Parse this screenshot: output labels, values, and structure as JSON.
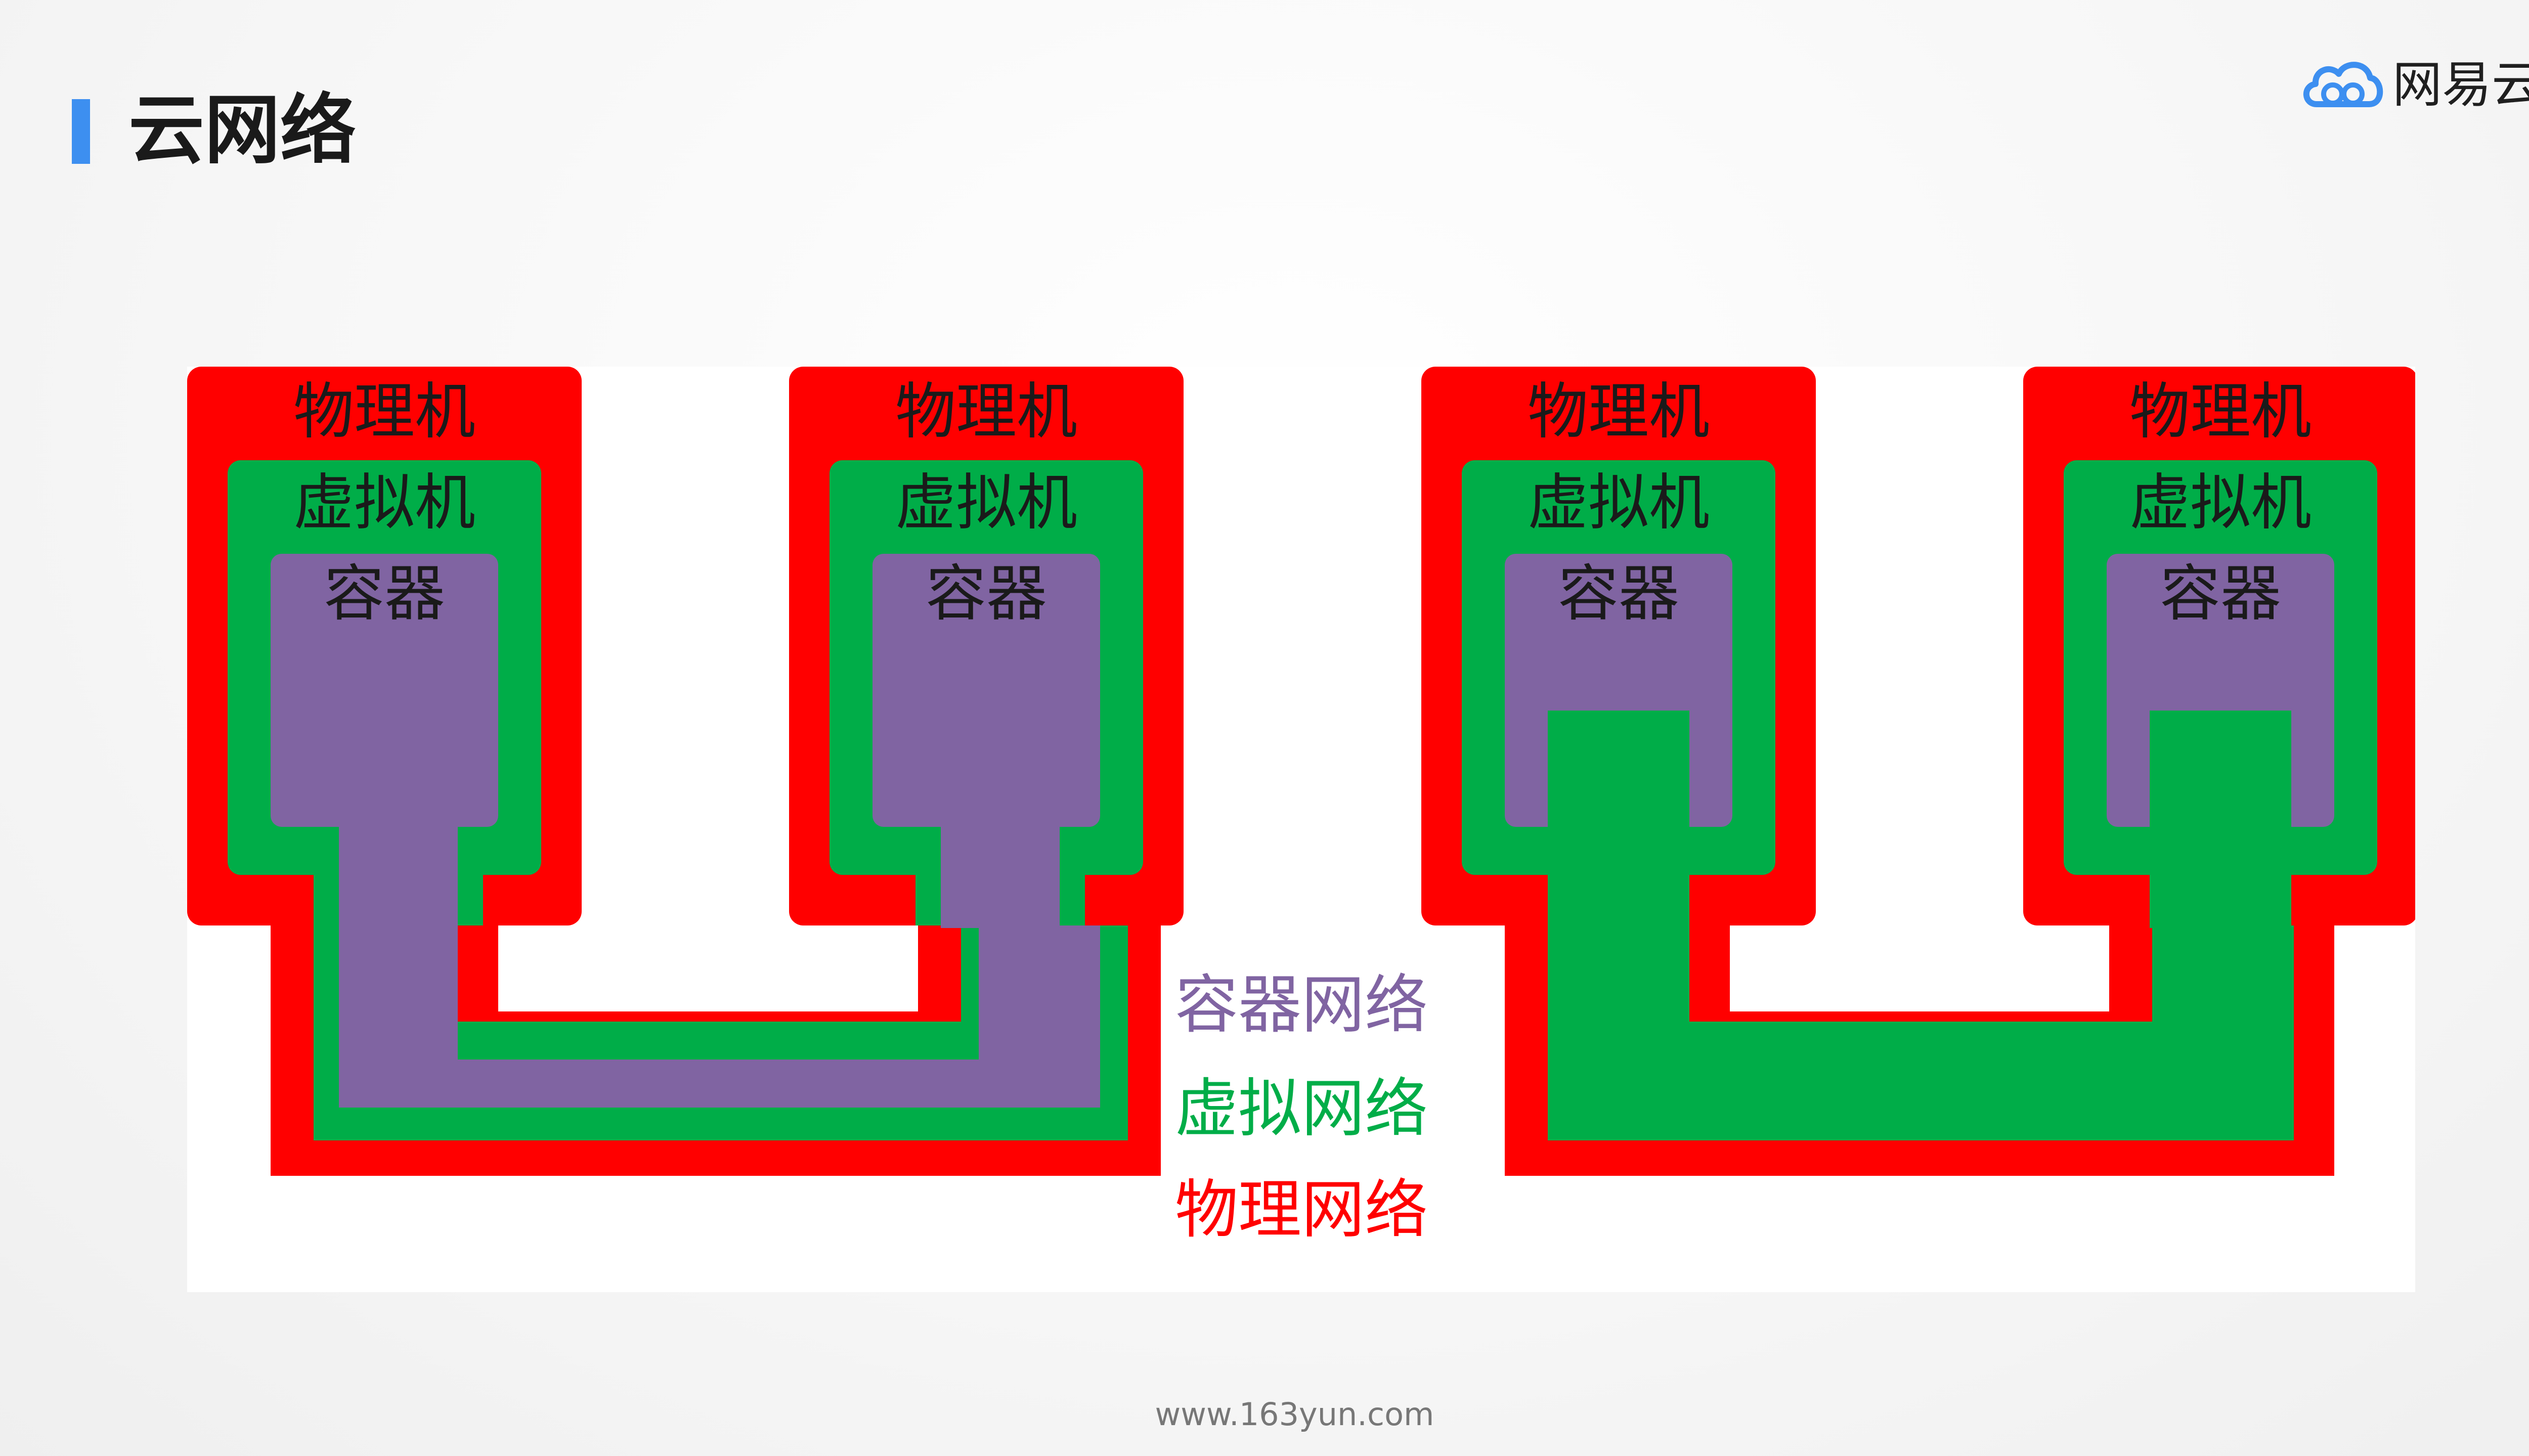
{
  "slide": {
    "title": "云网络",
    "logo_text": "网易云",
    "footer_url": "www.163yun.com"
  },
  "colors": {
    "physical": "#ff0000",
    "virtual": "#00ad48",
    "container": "#8064a2",
    "accent": "#3d8ff0"
  },
  "diagram": {
    "hosts": [
      {
        "physical_label": "物理机",
        "vm_label": "虚拟机",
        "container_label": "容器"
      },
      {
        "physical_label": "物理机",
        "vm_label": "虚拟机",
        "container_label": "容器"
      },
      {
        "physical_label": "物理机",
        "vm_label": "虚拟机",
        "container_label": "容器"
      },
      {
        "physical_label": "物理机",
        "vm_label": "虚拟机",
        "container_label": "容器"
      }
    ],
    "legend": [
      {
        "label": "容器网络",
        "color": "#8064a2"
      },
      {
        "label": "虚拟网络",
        "color": "#00ad48"
      },
      {
        "label": "物理网络",
        "color": "#ff0000"
      }
    ]
  }
}
